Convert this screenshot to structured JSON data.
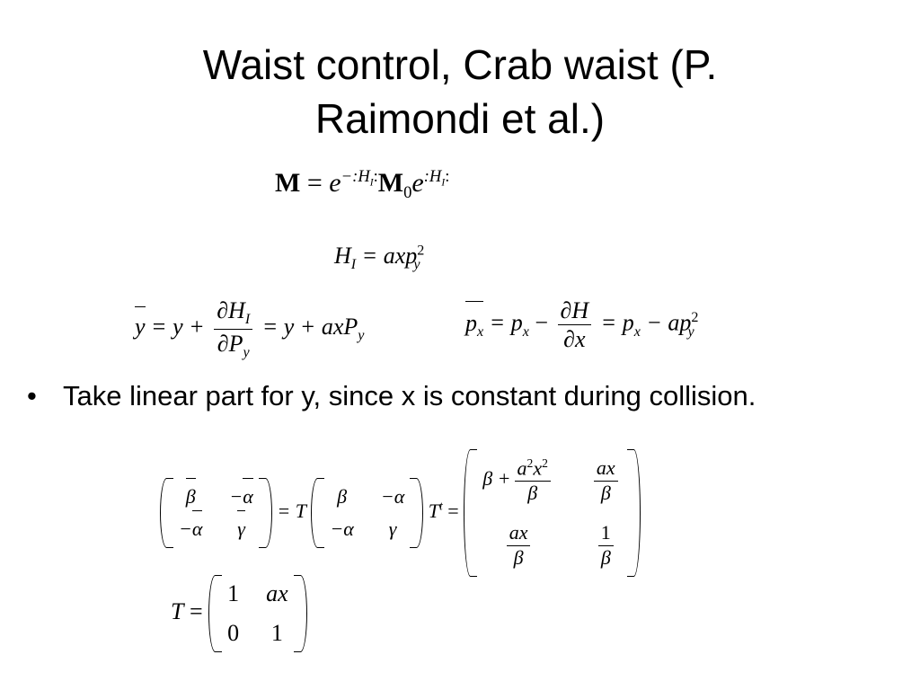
{
  "title": {
    "line1": "Waist control,   Crab waist (P.",
    "line2": "Raimondi et al.)"
  },
  "bullet": {
    "marker": "•",
    "text": "Take linear part for y, since x is constant during collision."
  },
  "equations": {
    "eq1": {
      "M": "M",
      "eq": "=",
      "e": "e",
      "exp_neg": "−:H",
      "sub_I": "I",
      "colon": ":",
      "M0": "M",
      "zero": "0",
      "exp_pos": ":H"
    },
    "eq2": {
      "H": "H",
      "I": "I",
      "rhs": "= axp",
      "sup": "2",
      "sub": "y"
    },
    "eq3": {
      "ybar": "y",
      "eq_y_plus": "= y +",
      "num": "∂H",
      "num_sub": "I",
      "den": "∂P",
      "den_sub": "y",
      "rhs": "= y + axP",
      "rhs_sub": "y"
    },
    "eq4": {
      "p": "p",
      "x": "x",
      "mid": "= p",
      "minus": "−",
      "num": "∂H",
      "den": "∂x",
      "rhs1": "= p",
      "rhs2": "− ap",
      "sup": "2",
      "sub": "y"
    },
    "eq5": {
      "beta": "β",
      "malpha": "−α",
      "gamma": "γ",
      "eqT": "= T",
      "alpha_m": "−α",
      "Tt": "T",
      "t": "t",
      "eq": "=",
      "beta_plus": "β +",
      "a2x2": "a",
      "sq": "2",
      "x2": "x",
      "ax": "ax",
      "one": "1"
    },
    "eq6": {
      "T": "T",
      "eq": "=",
      "m11": "1",
      "m12": "ax",
      "m21": "0",
      "m22": "1"
    }
  }
}
